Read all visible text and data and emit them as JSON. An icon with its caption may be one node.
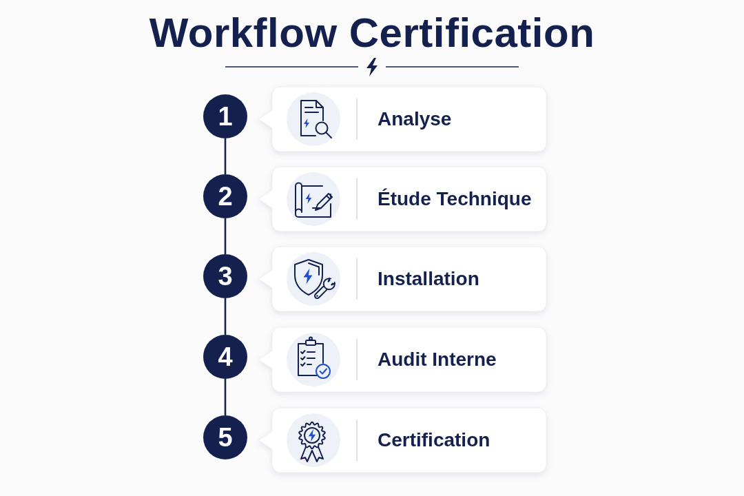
{
  "diagram": {
    "title": "Workflow Certification",
    "nodes": [
      {
        "text": [
          "1"
        ]
      },
      {
        "text": [
          "Analyse"
        ]
      },
      {
        "text": [
          "2"
        ]
      },
      {
        "text": [
          "Étude Technique"
        ]
      },
      {
        "text": [
          "3"
        ]
      },
      {
        "text": [
          "Installation"
        ]
      },
      {
        "text": [
          "4"
        ]
      },
      {
        "text": [
          "Audit Interne"
        ]
      },
      {
        "text": [
          "5"
        ]
      },
      {
        "text": [
          "Certification"
        ]
      }
    ],
    "edges": [
      {
        "from": 0,
        "to": 2,
        "arrow": "none"
      },
      {
        "from": 2,
        "to": 4,
        "arrow": "none"
      },
      {
        "from": 4,
        "to": 6,
        "arrow": "none"
      },
      {
        "from": 6,
        "to": 8,
        "arrow": "none"
      }
    ]
  }
}
